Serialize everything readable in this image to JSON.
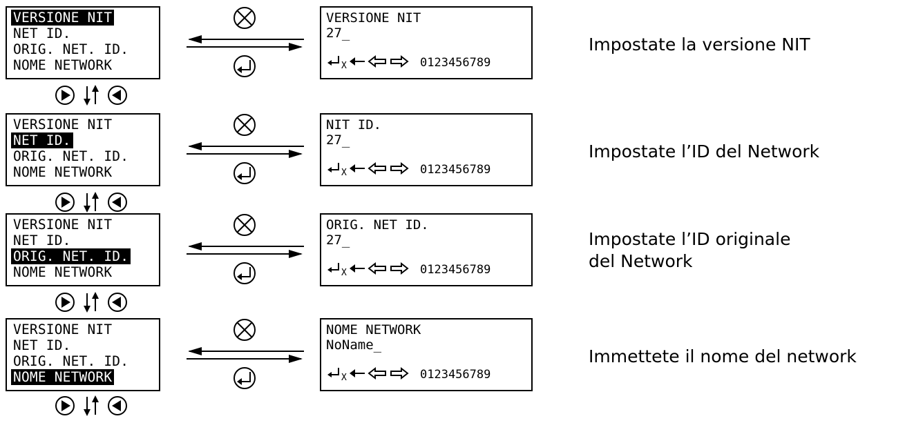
{
  "menu_items": [
    "VERSIONE NIT",
    "NET ID.",
    "ORIG. NET. ID.",
    "NOME NETWORK"
  ],
  "rows": [
    {
      "selected": 0,
      "edit_title": "VERSIONE NIT",
      "edit_value": "27_",
      "description": [
        "Impostate la versione NIT"
      ]
    },
    {
      "selected": 1,
      "edit_title": "NIT ID.",
      "edit_value": "27_",
      "description": [
        "Impostate l’ID del Network"
      ]
    },
    {
      "selected": 2,
      "edit_title": "ORIG. NET ID.",
      "edit_value": "27_",
      "description": [
        "Impostate l’ID originale",
        "del Network"
      ]
    },
    {
      "selected": 3,
      "edit_title": "NOME NETWORK",
      "edit_value": "NoName_",
      "description": [
        "Immettete il nome del network"
      ]
    }
  ],
  "edit_controls": {
    "digits": "0123456789",
    "x_label": "X"
  },
  "icons": [
    "cancel-circle-x-icon",
    "enter-circle-icon",
    "play-right-circle-icon",
    "down-up-arrows-icon",
    "play-left-circle-icon",
    "enter-key-icon",
    "backspace-arrow-icon",
    "cursor-left-icon",
    "cursor-right-icon"
  ]
}
